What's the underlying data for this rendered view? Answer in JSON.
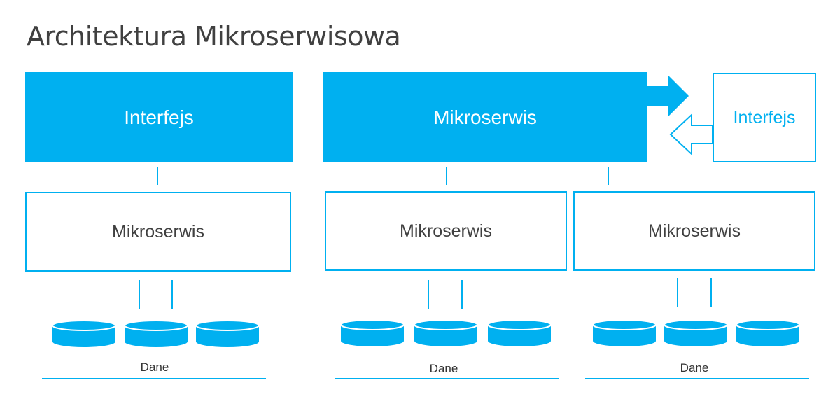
{
  "title": "Architektura Mikroserwisowa",
  "colors": {
    "accent": "#00b0f0",
    "text": "#404040"
  },
  "left": {
    "interface_label": "Interfejs",
    "service_label": "Mikroserwis",
    "data_label": "Dane"
  },
  "right": {
    "main_service_label": "Mikroserwis",
    "external_interface_label": "Interfejs",
    "services": [
      {
        "label": "Mikroserwis",
        "data_label": "Dane"
      },
      {
        "label": "Mikroserwis",
        "data_label": "Dane"
      }
    ]
  }
}
